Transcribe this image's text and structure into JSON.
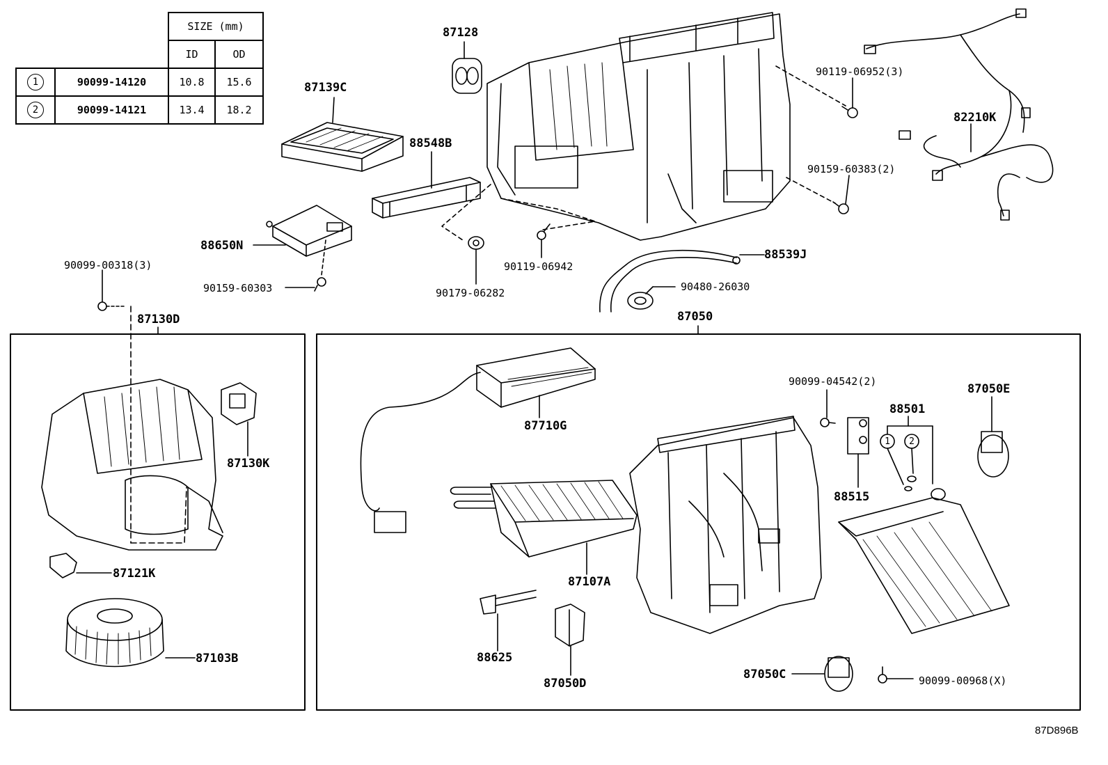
{
  "size_table": {
    "header": "SIZE (mm)",
    "col_id": "ID",
    "col_od": "OD",
    "rows": [
      {
        "mark": "1",
        "part": "90099-14120",
        "id": "10.8",
        "od": "15.6"
      },
      {
        "mark": "2",
        "part": "90099-14121",
        "id": "13.4",
        "od": "18.2"
      }
    ]
  },
  "labels": {
    "p87128": "87128",
    "p87139C": "87139C",
    "p88548B": "88548B",
    "p88650N": "88650N",
    "p90159_60303": "90159-60303",
    "p90179_06282": "90179-06282",
    "p90119_06942": "90119-06942",
    "p90480_26030": "90480-26030",
    "p88539J": "88539J",
    "p90119_06952": "90119-06952(3)",
    "p90159_60383": "90159-60383(2)",
    "p82210K": "82210K",
    "p90099_00318": "90099-00318(3)",
    "p87130D": "87130D",
    "p87130K": "87130K",
    "p87121K": "87121K",
    "p87103B": "87103B",
    "p87050": "87050",
    "p87710G": "87710G",
    "p90099_04542": "90099-04542(2)",
    "p88501": "88501",
    "p87050E": "87050E",
    "p88515": "88515",
    "p87107A": "87107A",
    "p88625": "88625",
    "p87050D": "87050D",
    "p87050C": "87050C",
    "p90099_00968": "90099-00968(X)",
    "circle1": "1",
    "circle2": "2"
  },
  "diagram_ref": "87D896B"
}
